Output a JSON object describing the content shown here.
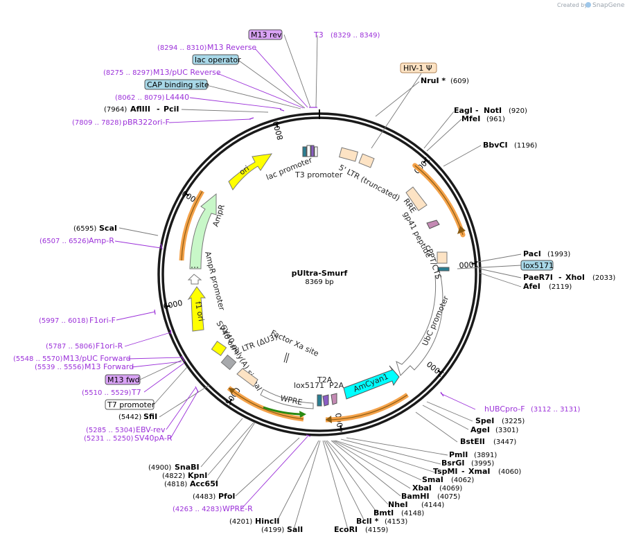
{
  "credit": {
    "text": "Created by",
    "brand": "SnapGene"
  },
  "plasmid": {
    "name": "pUltra-Smurf",
    "size_label": "8369 bp",
    "length": 8369
  },
  "ticks": [
    {
      "pos": 1000,
      "label": "1000"
    },
    {
      "pos": 2000,
      "label": "2000"
    },
    {
      "pos": 3000,
      "label": "3000"
    },
    {
      "pos": 4000,
      "label": "4000"
    },
    {
      "pos": 5000,
      "label": "5000"
    },
    {
      "pos": 6000,
      "label": "6000"
    },
    {
      "pos": 7000,
      "label": "7000"
    },
    {
      "pos": 8000,
      "label": "8000"
    }
  ],
  "colors": {
    "primer": "#9b30d9",
    "orange_arc": "#f4a24a",
    "green_arc": "#2a8a12",
    "ampR": "#c8f7c8",
    "ori": "#ffff00",
    "f1ori": "#ffff00",
    "ltr": "#fde3c4",
    "amcyan": "#00ffff",
    "box_m13": "#d9a3f5",
    "box_lacop": "#a8d8e8"
  },
  "sites_right": [
    {
      "name": "NruI *",
      "pos": "(609)"
    },
    {
      "name": "EagI",
      "name2": "NotI",
      "pos": "(920)"
    },
    {
      "name": "MfeI",
      "pos": "(961)"
    },
    {
      "name": "BbvCI",
      "pos": "(1196)"
    },
    {
      "name": "PacI",
      "pos": "(1993)"
    },
    {
      "name": "PaeR7I",
      "name2": "XhoI",
      "pos": "(2033)"
    },
    {
      "name": "AfeI",
      "pos": "(2119)"
    },
    {
      "name": "SpeI",
      "pos": "(3225)"
    },
    {
      "name": "AgeI",
      "pos": "(3301)"
    },
    {
      "name": "BstEII",
      "pos": "(3447)"
    },
    {
      "name": "PmlI",
      "pos": "(3891)"
    },
    {
      "name": "BsrGI",
      "pos": "(3995)"
    },
    {
      "name": "TspMI",
      "name2": "XmaI",
      "pos": "(4060)"
    },
    {
      "name": "SmaI",
      "pos": "(4062)"
    },
    {
      "name": "XbaI",
      "pos": "(4069)"
    },
    {
      "name": "BamHI",
      "pos": "(4075)"
    },
    {
      "name": "NheI",
      "pos": "(4144)"
    },
    {
      "name": "BmtI",
      "pos": "(4148)"
    },
    {
      "name": "BclI *",
      "pos": "(4153)"
    },
    {
      "name": "EcoRI",
      "pos": "(4159)"
    }
  ],
  "sites_left": [
    {
      "name": "AflIII",
      "name2": "PciI",
      "pos": "(7964)"
    },
    {
      "name": "ScaI",
      "pos": "(6595)"
    },
    {
      "name": "SfiI",
      "pos": "(5442)"
    },
    {
      "name": "SnaBI",
      "pos": "(4900)"
    },
    {
      "name": "KpnI",
      "pos": "(4822)"
    },
    {
      "name": "Acc65I",
      "pos": "(4818)"
    },
    {
      "name": "PfoI",
      "pos": "(4483)"
    },
    {
      "name": "HincII",
      "pos": "(4201)"
    },
    {
      "name": "SalI",
      "pos": "(4199)"
    }
  ],
  "primers": [
    {
      "name": "T3",
      "pos": "(8329 .. 8349)"
    },
    {
      "name": "M13 Reverse",
      "pos": "(8294 .. 8310)"
    },
    {
      "name": "M13/pUC Reverse",
      "pos": "(8275 .. 8297)"
    },
    {
      "name": "L4440",
      "pos": "(8062 .. 8079)"
    },
    {
      "name": "pBR322ori-F",
      "pos": "(7809 .. 7828)"
    },
    {
      "name": "Amp-R",
      "pos": "(6507 .. 6526)"
    },
    {
      "name": "F1ori-F",
      "pos": "(5997 .. 6018)"
    },
    {
      "name": "F1ori-R",
      "pos": "(5787 .. 5806)"
    },
    {
      "name": "M13/pUC Forward",
      "pos": "(5548 .. 5570)"
    },
    {
      "name": "M13 Forward",
      "pos": "(5539 .. 5556)"
    },
    {
      "name": "T7",
      "pos": "(5510 .. 5529)"
    },
    {
      "name": "EBV-rev",
      "pos": "(5285 .. 5304)"
    },
    {
      "name": "SV40pA-R",
      "pos": "(5231 .. 5250)"
    },
    {
      "name": "WPRE-R",
      "pos": "(4263 .. 4283)"
    },
    {
      "name": "hUBCpro-F",
      "pos": "(3112 .. 3131)"
    }
  ],
  "boxes": {
    "m13_rev": "M13 rev",
    "lac_operator": "lac operator",
    "cap_site": "CAP binding site",
    "hiv": "HIV-1 Ψ",
    "lox_right": "lox5171",
    "m13_fwd": "M13 fwd",
    "t7_promoter": "T7 promoter"
  },
  "features": {
    "lac_promoter": "lac promoter",
    "t3_promoter": "T3 promoter",
    "ltr5": "5' LTR (truncated)",
    "rre": "RRE",
    "gp41": "gp41 peptide",
    "cppt": "cPPT/CTS",
    "ubc": "UbC promoter",
    "amcyan": "AmCyan1",
    "p2a": "P2A",
    "t2a": "T2A",
    "lox_inner": "lox5171",
    "wpre": "WPRE",
    "ltr3": "3' LTR (ΔU3)",
    "factor_xa": "Factor Xa site",
    "sv40_polya": "SV40 poly(A) signal",
    "sv40_ori": "SV40 ori",
    "f1_ori": "f1 ori",
    "ampr_promoter": "AmpR promoter",
    "ampr": "AmpR",
    "ori": "ori"
  }
}
